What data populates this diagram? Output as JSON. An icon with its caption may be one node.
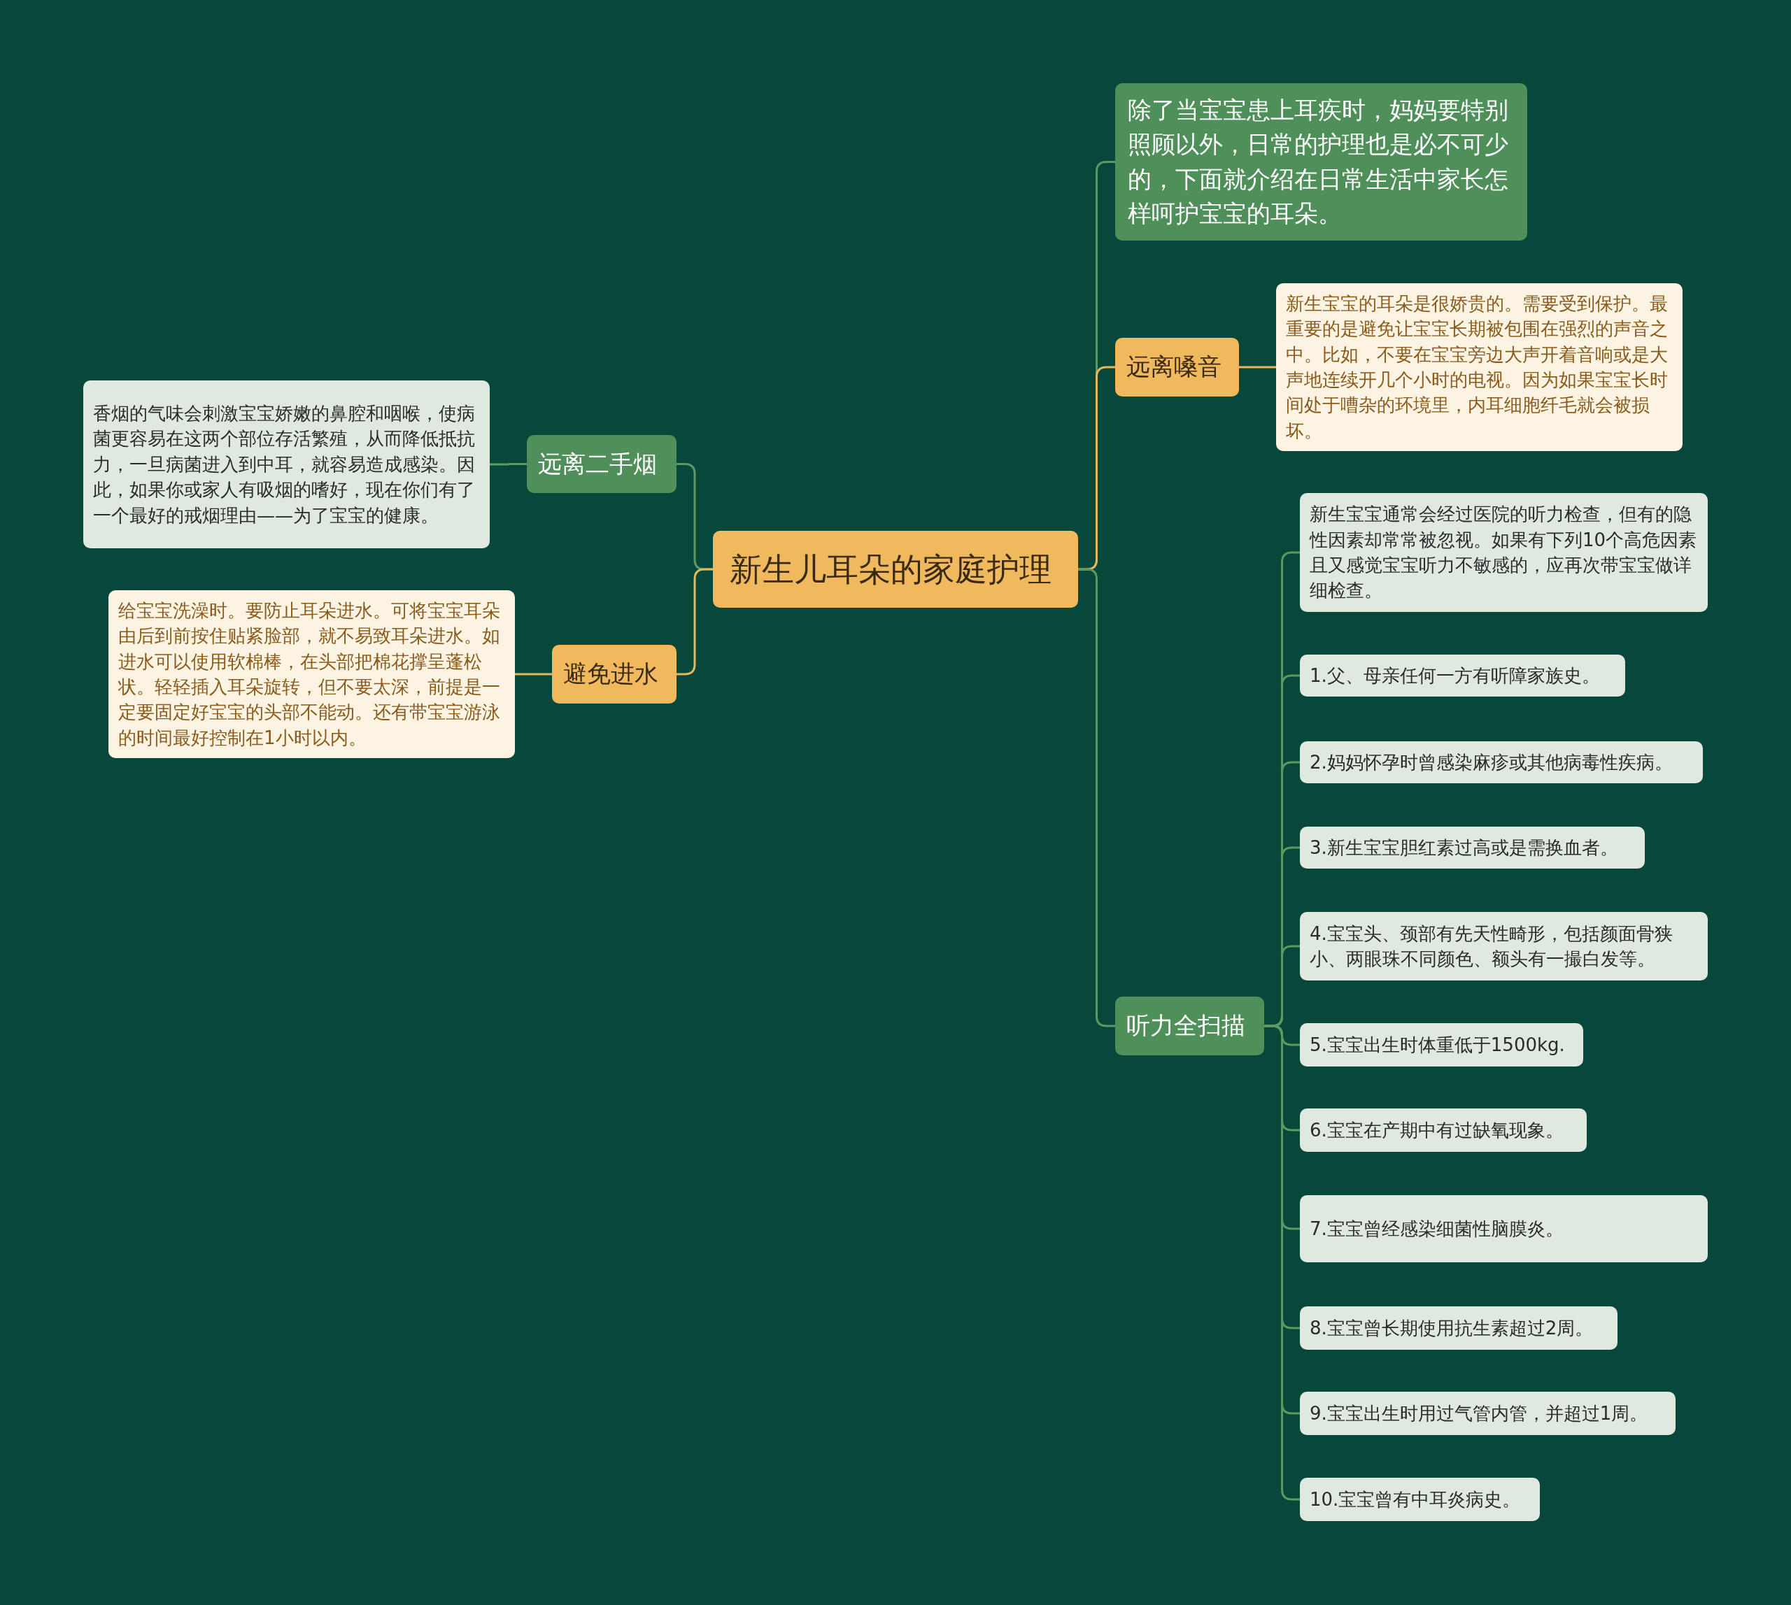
{
  "diagram": {
    "nodes": [
      {
        "text": [
          "新生儿耳朵的家庭护理"
        ]
      },
      {
        "text": [
          "远离二手烟"
        ]
      },
      {
        "text": [
          "香烟的气味会刺激宝宝娇嫩的鼻腔和咽喉，使病菌更容易在这两个部位存活繁殖，从而降低抵抗力，一旦病菌进入到中耳，就容易造成感染。因此，如果你或家人有吸烟的嗜好，现在你们有了一个最好的戒烟理由——为了宝宝的健康。"
        ]
      },
      {
        "text": [
          "避免进水"
        ]
      },
      {
        "text": [
          "给宝宝洗澡时。要防止耳朵进水。可将宝宝耳朵由后到前按住贴紧脸部，就不易致耳朵进水。如进水可以使用软棉棒，在头部把棉花撑呈蓬松状。轻轻插入耳朵旋转，但不要太深，前提是一定要固定好宝宝的头部不能动。还有带宝宝游泳的时间最好控制在1小时以内。"
        ]
      },
      {
        "text": [
          "除了当宝宝患上耳疾时，妈妈要特别照顾以外，日常的护理也是必不可少的，下面就介绍在日常生活中家长怎样呵护宝宝的耳朵。"
        ]
      },
      {
        "text": [
          "远离嗓音"
        ]
      },
      {
        "text": [
          "新生宝宝的耳朵是很娇贵的。需要受到保护。最重要的是避免让宝宝长期被包围在强烈的声音之中。比如，不要在宝宝旁边大声开着音响或是大声地连续开几个小时的电视。因为如果宝宝长时间处于嘈杂的环境里，内耳细胞纤毛就会被损坏。"
        ]
      },
      {
        "text": [
          "听力全扫描"
        ]
      },
      {
        "text": [
          "新生宝宝通常会经过医院的听力检查，但有的隐性因素却常常被忽视。如果有下列10个高危因素且又感觉宝宝听力不敏感的，应再次带宝宝做详细检查。"
        ]
      },
      {
        "text": [
          "1.父、母亲任何一方有听障家族史。"
        ]
      },
      {
        "text": [
          "2.妈妈怀孕时曾感染麻疹或其他病毒性疾病。"
        ]
      },
      {
        "text": [
          "3.新生宝宝胆红素过高或是需换血者。"
        ]
      },
      {
        "text": [
          "4.宝宝头、颈部有先天性畸形，包括颜面骨狭小、两眼珠不同颜色、额头有一撮白发等。"
        ]
      },
      {
        "text": [
          "5.宝宝出生时体重低于1500kg."
        ]
      },
      {
        "text": [
          "6.宝宝在产期中有过缺氧现象。"
        ]
      },
      {
        "text": [
          "7.宝宝曾经感染细菌性脑膜炎。"
        ]
      },
      {
        "text": [
          "8.宝宝曾长期使用抗生素超过2周。"
        ]
      },
      {
        "text": [
          "9.宝宝出生时用过气管内管，并超过1周。"
        ]
      },
      {
        "text": [
          "10.宝宝曾有中耳炎病史。"
        ]
      }
    ],
    "edges": [
      {
        "from": 0,
        "to": 1,
        "arrow": "none"
      },
      {
        "from": 1,
        "to": 2,
        "arrow": "none"
      },
      {
        "from": 0,
        "to": 3,
        "arrow": "none",
        "color": "#e8b65c"
      },
      {
        "from": 3,
        "to": 4,
        "arrow": "none",
        "color": "#e8b65c"
      },
      {
        "from": 0,
        "to": 5,
        "arrow": "none"
      },
      {
        "from": 0,
        "to": 6,
        "arrow": "none",
        "color": "#e8b65c"
      },
      {
        "from": 6,
        "to": 7,
        "arrow": "none",
        "color": "#e8b65c"
      },
      {
        "from": 0,
        "to": 8,
        "arrow": "none"
      },
      {
        "from": 8,
        "to": 9,
        "arrow": "none"
      },
      {
        "from": 8,
        "to": 10,
        "arrow": "none"
      },
      {
        "from": 8,
        "to": 11,
        "arrow": "none"
      },
      {
        "from": 8,
        "to": 12,
        "arrow": "none"
      },
      {
        "from": 8,
        "to": 13,
        "arrow": "none"
      },
      {
        "from": 8,
        "to": 14,
        "arrow": "none"
      },
      {
        "from": 8,
        "to": 15,
        "arrow": "none"
      },
      {
        "from": 8,
        "to": 16,
        "arrow": "none"
      },
      {
        "from": 8,
        "to": 17,
        "arrow": "none"
      },
      {
        "from": 8,
        "to": 18,
        "arrow": "none"
      },
      {
        "from": 8,
        "to": 19,
        "arrow": "none"
      }
    ]
  }
}
